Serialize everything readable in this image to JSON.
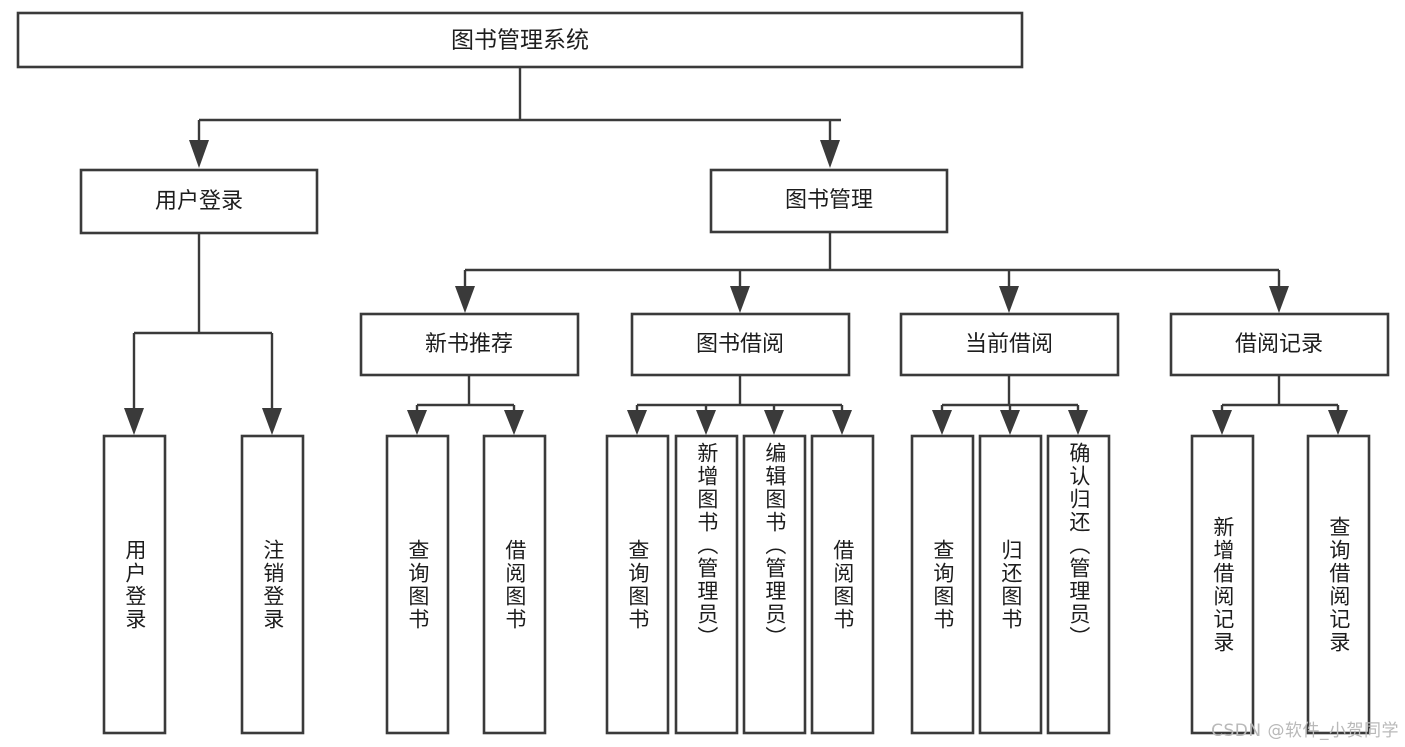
{
  "diagram": {
    "type": "hierarchy-tree",
    "title_node": {
      "label": "图书管理系统"
    },
    "level1": [
      {
        "id": "user-login",
        "label": "用户登录"
      },
      {
        "id": "book-management",
        "label": "图书管理"
      }
    ],
    "level2": [
      {
        "id": "new-book-recommend",
        "label": "新书推荐",
        "parent": "book-management"
      },
      {
        "id": "book-borrow",
        "label": "图书借阅",
        "parent": "book-management"
      },
      {
        "id": "current-borrow",
        "label": "当前借阅",
        "parent": "book-management"
      },
      {
        "id": "borrow-record",
        "label": "借阅记录",
        "parent": "book-management"
      }
    ],
    "leaves": {
      "user-login": [
        {
          "id": "leaf-user-login",
          "label": "用户登录"
        },
        {
          "id": "leaf-user-logout",
          "label": "注销登录"
        }
      ],
      "new-book-recommend": [
        {
          "id": "leaf-query-book-1",
          "label": "查询图书"
        },
        {
          "id": "leaf-borrow-book-1",
          "label": "借阅图书"
        }
      ],
      "book-borrow": [
        {
          "id": "leaf-query-book-2",
          "label": "查询图书"
        },
        {
          "id": "leaf-add-book",
          "label": "新增图书（管理员）"
        },
        {
          "id": "leaf-edit-book",
          "label": "编辑图书（管理员）"
        },
        {
          "id": "leaf-borrow-book-2",
          "label": "借阅图书"
        }
      ],
      "current-borrow": [
        {
          "id": "leaf-query-book-3",
          "label": "查询图书"
        },
        {
          "id": "leaf-return-book",
          "label": "归还图书"
        },
        {
          "id": "leaf-confirm-return",
          "label": "确认归还（管理员）"
        }
      ],
      "borrow-record": [
        {
          "id": "leaf-add-record",
          "label": "新增借阅记录"
        },
        {
          "id": "leaf-query-record",
          "label": "查询借阅记录"
        }
      ]
    },
    "colors": {
      "box_stroke": "#3a3a3a",
      "box_fill": "#ffffff",
      "text": "#1d1d1d",
      "background": "#ffffff",
      "watermark": "#b9b9b9"
    }
  },
  "watermark": {
    "text": "CSDN @软件_小贺同学"
  }
}
